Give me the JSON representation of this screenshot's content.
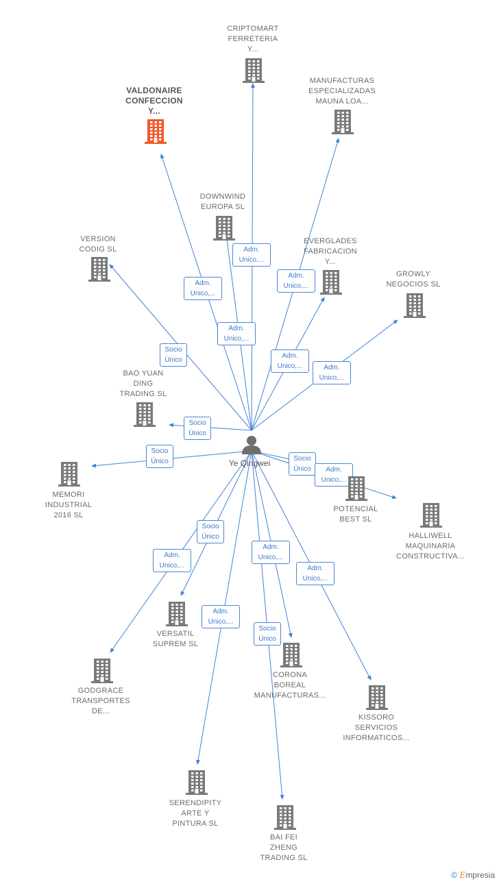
{
  "person": {
    "name": "Ye Qingwei",
    "icon": "person-icon"
  },
  "colors": {
    "edge": "#3f83d8",
    "building": "#7a7a7a",
    "building_highlight": "#f05a28"
  },
  "companies": [
    {
      "id": "criptomart",
      "label": "CRIPTOMART\nFERRETERIA\nY..."
    },
    {
      "id": "valdonaire",
      "label": "VALDONAIRE\nCONFECCION\nY...",
      "highlight": true
    },
    {
      "id": "manufacturas",
      "label": "MANUFACTURAS\nESPECIALIZADAS\nMAUNA LOA..."
    },
    {
      "id": "downwind",
      "label": "DOWNWIND\nEUROPA  SL"
    },
    {
      "id": "version",
      "label": "VERSION\nCODIG  SL"
    },
    {
      "id": "everglades",
      "label": "EVERGLADES\nFABRICACION\nY..."
    },
    {
      "id": "growly",
      "label": "GROWLY\nNEGOCIOS  SL"
    },
    {
      "id": "baoyuan",
      "label": "BAO YUAN\nDING\nTRADING  SL"
    },
    {
      "id": "memori",
      "label": "MEMORI\nINDUSTRIAL\n2016  SL"
    },
    {
      "id": "potencial",
      "label": "POTENCIAL\nBEST  SL"
    },
    {
      "id": "halliwell",
      "label": "HALLIWELL\nMAQUINARIA\nCONSTRUCTIVA..."
    },
    {
      "id": "versatil",
      "label": "VERSATIL\nSUPREM  SL"
    },
    {
      "id": "godgrace",
      "label": "GODGRACE\nTRANSPORTES\nDE..."
    },
    {
      "id": "corona",
      "label": "CORONA\nBOREAL\nMANUFACTURAS..."
    },
    {
      "id": "kissoro",
      "label": "KISSORO\nSERVICIOS\nINFORMATICOS..."
    },
    {
      "id": "serendipity",
      "label": "SERENDIPITY\nARTE Y\nPINTURA  SL"
    },
    {
      "id": "baifei",
      "label": "BAI FEI\nZHENG\nTRADING  SL"
    }
  ],
  "relations": [
    {
      "to": "criptomart",
      "label": "Adm.\nUnico,..."
    },
    {
      "to": "valdonaire",
      "label": "Adm.\nUnico,..."
    },
    {
      "to": "manufacturas",
      "label": "Adm.\nUnico,..."
    },
    {
      "to": "downwind",
      "label": "Adm.\nUnico,..."
    },
    {
      "to": "version",
      "label": "Socio\nÚnico"
    },
    {
      "to": "everglades",
      "label": "Adm.\nUnico,..."
    },
    {
      "to": "growly",
      "label": "Adm.\nUnico,..."
    },
    {
      "to": "baoyuan",
      "label": "Socio\nÚnico"
    },
    {
      "to": "memori",
      "label": "Socio\nÚnico"
    },
    {
      "to": "potencial",
      "label": "Socio\nÚnico"
    },
    {
      "to": "halliwell",
      "label": "Adm.\nUnico,..."
    },
    {
      "to": "versatil",
      "label": "Socio\nÚnico"
    },
    {
      "to": "godgrace",
      "label": "Adm.\nUnico,..."
    },
    {
      "to": "corona",
      "label": "Adm.\nUnico,..."
    },
    {
      "to": "kissoro",
      "label": "Adm.\nUnico,..."
    },
    {
      "to": "serendipity",
      "label": "Adm.\nUnico,..."
    },
    {
      "to": "baifei",
      "label": "Socio\nÚnico"
    }
  ],
  "brand": {
    "copyright": "©",
    "name": "mpresia",
    "initial": "E"
  }
}
